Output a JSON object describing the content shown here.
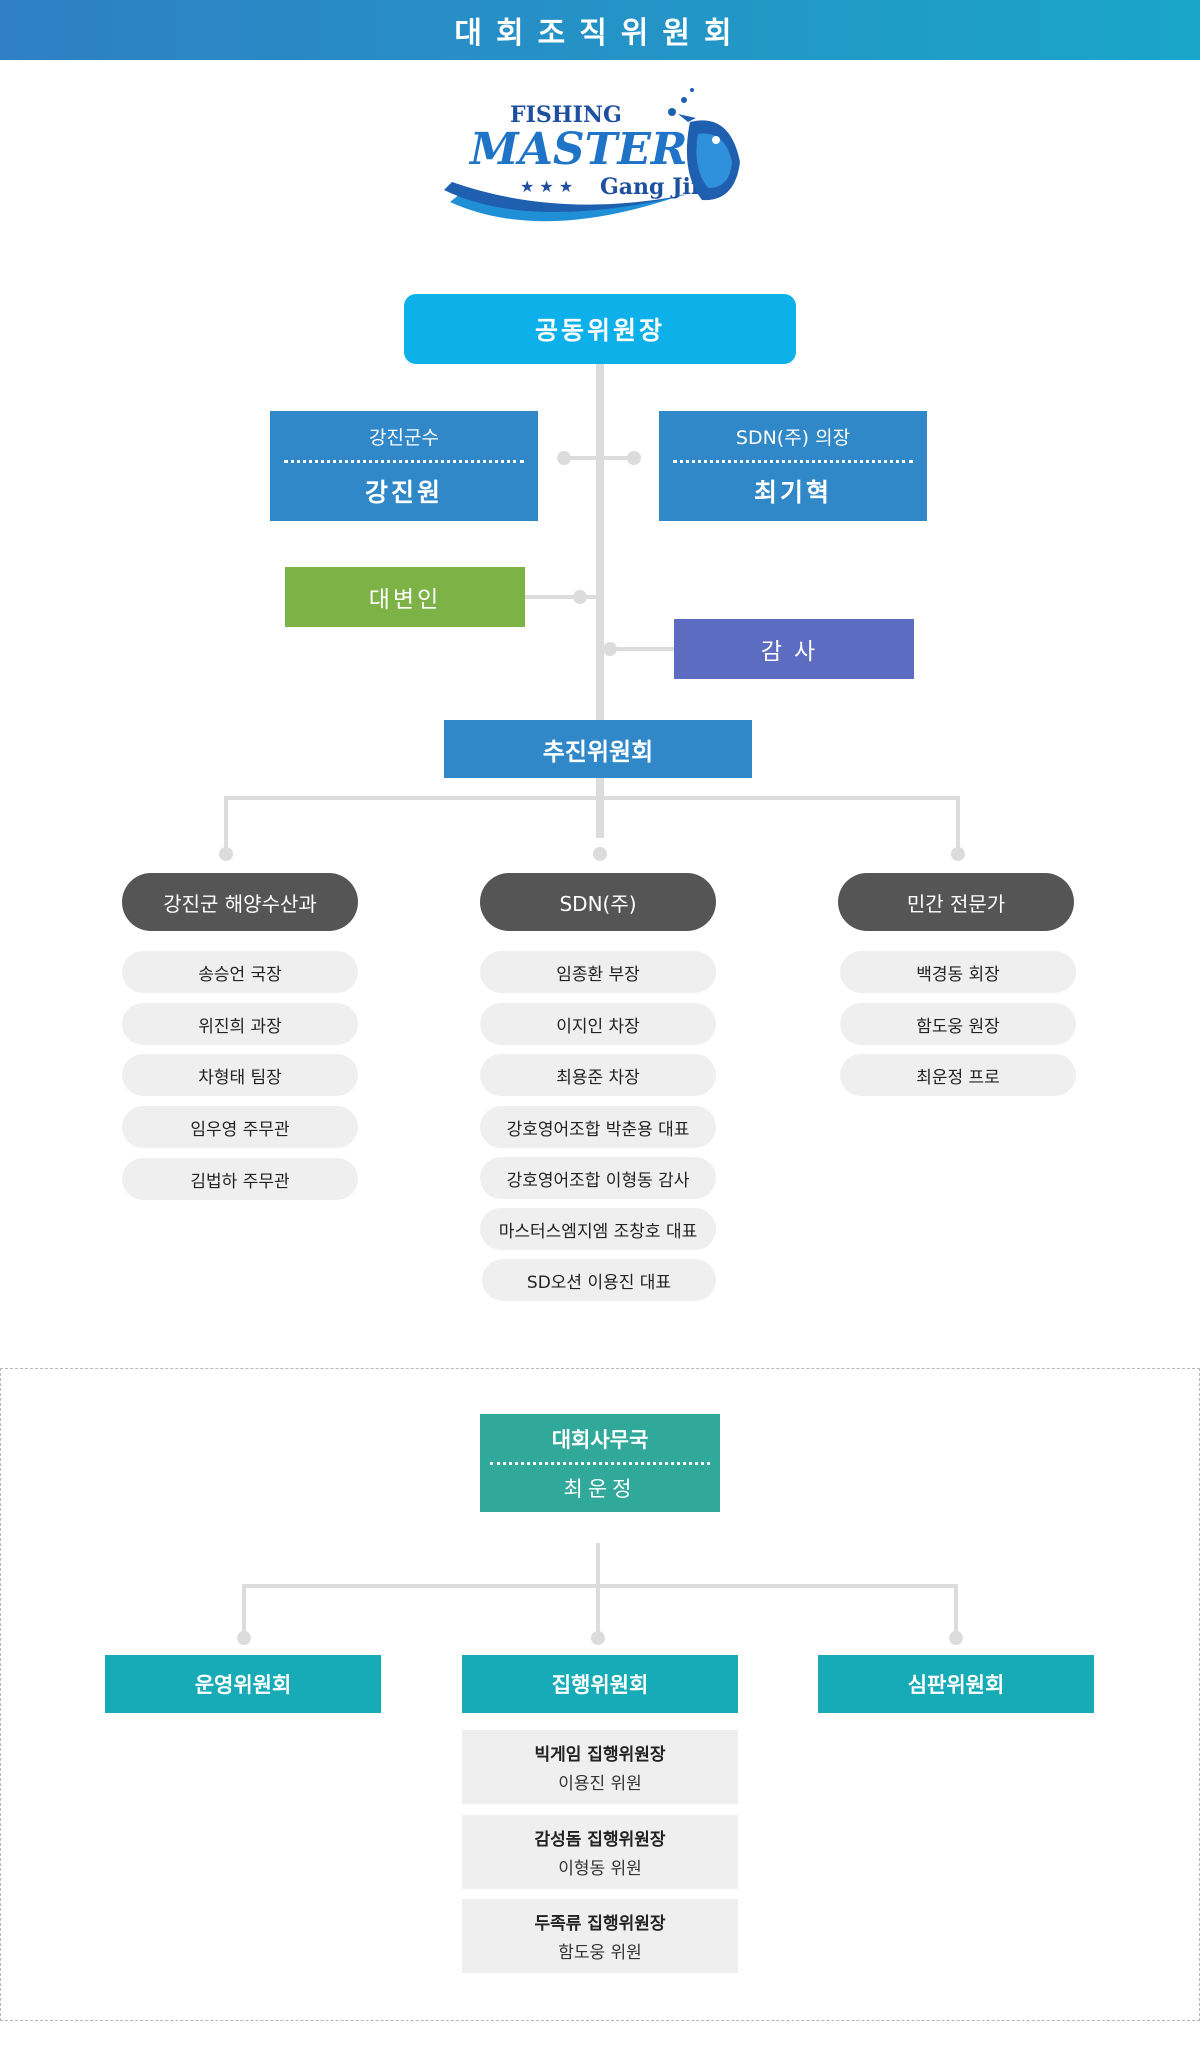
{
  "header": {
    "title": "대회조직위원회"
  },
  "logo": {
    "line1": "FISHING",
    "line2": "MASTERS",
    "line3": "Gang Jin",
    "stars": "★ ★ ★"
  },
  "top": {
    "label": "공동위원장"
  },
  "cochair_left": {
    "role": "강진군수",
    "name": "강진원"
  },
  "cochair_right": {
    "role": "SDN(주) 의장",
    "name": "최기혁"
  },
  "representative": {
    "label": "대변인"
  },
  "auditor": {
    "label": "감사"
  },
  "promotion": {
    "label": "추진위원회"
  },
  "groups": [
    {
      "title": "강진군 해양수산과",
      "members": [
        "송승언 국장",
        "위진희 과장",
        "차형태 팀장",
        "임우영 주무관",
        "김법하 주무관"
      ]
    },
    {
      "title": "SDN(주)",
      "members": [
        "임종환 부장",
        "이지인 차장",
        "최용준 차장",
        "강호영어조합 박춘용 대표",
        "강호영어조합 이형동 감사",
        "마스터스엠지엠 조창호 대표",
        "SD오션 이용진 대표"
      ]
    },
    {
      "title": "민간 전문가",
      "members": [
        "백경동 회장",
        "함도웅 원장",
        "최운정 프로"
      ]
    }
  ],
  "office": {
    "role": "대회사무국",
    "name": "최운정"
  },
  "committees": [
    {
      "label": "운영위원회"
    },
    {
      "label": "집행위원회"
    },
    {
      "label": "심판위원회"
    }
  ],
  "execution_subs": [
    {
      "title": "빅게임 집행위원장",
      "name": "이용진 위원"
    },
    {
      "title": "감성돔 집행위원장",
      "name": "이형동 위원"
    },
    {
      "title": "두족류 집행위원장",
      "name": "함도웅 위원"
    }
  ],
  "colors": {
    "banner_start": "#2f7fc4",
    "banner_end": "#1aa6c9",
    "top": "#0eb0ea",
    "person": "#3188c8",
    "green": "#7db346",
    "purple": "#5c6cc0",
    "pill_head": "#555555",
    "office": "#30a89a",
    "committee": "#17aab7"
  }
}
